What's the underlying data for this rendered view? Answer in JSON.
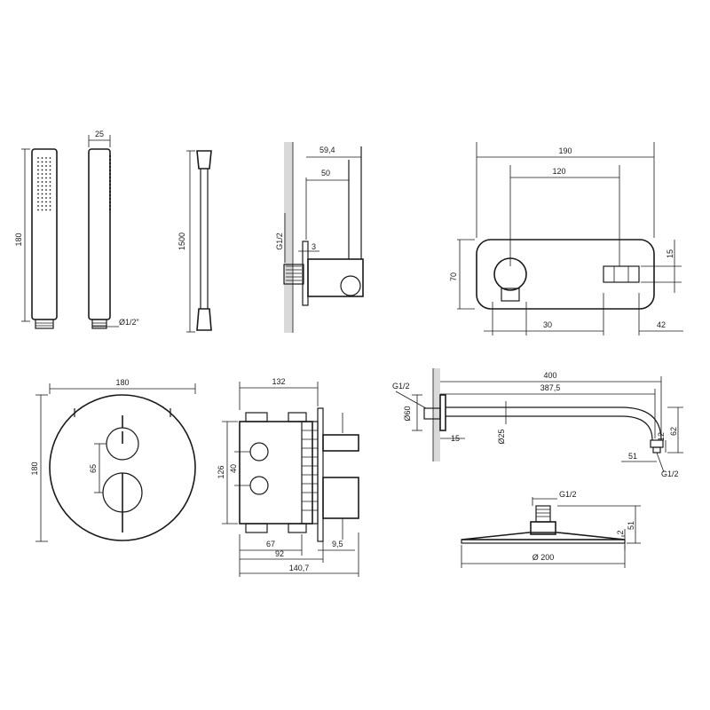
{
  "hand_shower": {
    "height": "180",
    "width": "25",
    "thread": "Ø1/2\""
  },
  "hose": {
    "length": "1500"
  },
  "wall_connector": {
    "thread": "G1/2",
    "depth_outer": "59,4",
    "depth_inner": "50",
    "flange": "3"
  },
  "wall_spout": {
    "width": "190",
    "spacing": "120",
    "height": "70",
    "offset_top": "15",
    "gap": "30",
    "side": "42"
  },
  "mixer_plate": {
    "width": "180",
    "height": "180",
    "spacing": "65"
  },
  "box": {
    "width": "132",
    "height": "126",
    "inner": "40",
    "depth_a": "67",
    "depth_b": "92",
    "depth_c": "140,7",
    "depth_d": "9,5"
  },
  "shower_arm": {
    "thread_in": "G1/2",
    "flange_dia": "Ø60",
    "length_outer": "400",
    "length_inner": "387,5",
    "pipe_dia": "Ø25",
    "offset": "15",
    "drop": "51",
    "height": "62",
    "tip": "12",
    "thread_out": "G1/2"
  },
  "rain_head": {
    "thread": "G1/2",
    "height": "51",
    "thickness": "2",
    "diameter": "Ø 200"
  }
}
